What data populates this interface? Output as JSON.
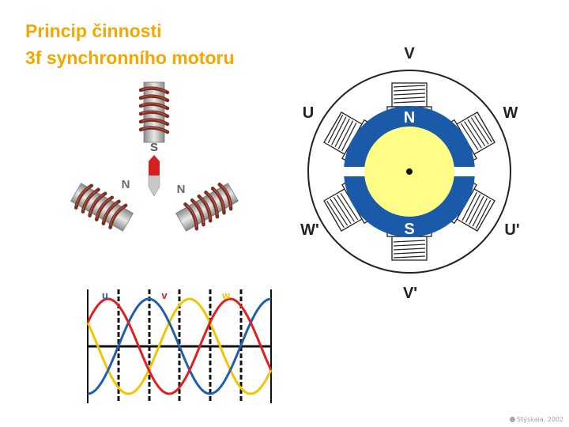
{
  "title": {
    "line1": "Princip činnosti",
    "line2": "3f synchronního motoru"
  },
  "left_diagram": {
    "pole_top": "S",
    "pole_left": "N",
    "pole_right": "N"
  },
  "motor_diagram": {
    "coil_labels": {
      "V": "V",
      "U": "U",
      "W": "W",
      "W_prime": "W'",
      "U_prime": "U'",
      "V_prime": "V'"
    },
    "rotor_north": "N",
    "rotor_south": "S"
  },
  "waveforms": {
    "labels": {
      "u": "u",
      "v": "v",
      "w": "w"
    },
    "colors": {
      "u": "#1f5fb0",
      "v": "#e02020",
      "w": "#f5c400"
    }
  },
  "colors": {
    "title": "#f2a800",
    "rotor_ring": "#1a5aa8",
    "rotor_core": "#ffff88",
    "coil": "#8b3a2a"
  },
  "footer": {
    "text": "Stýskala, 2002"
  }
}
